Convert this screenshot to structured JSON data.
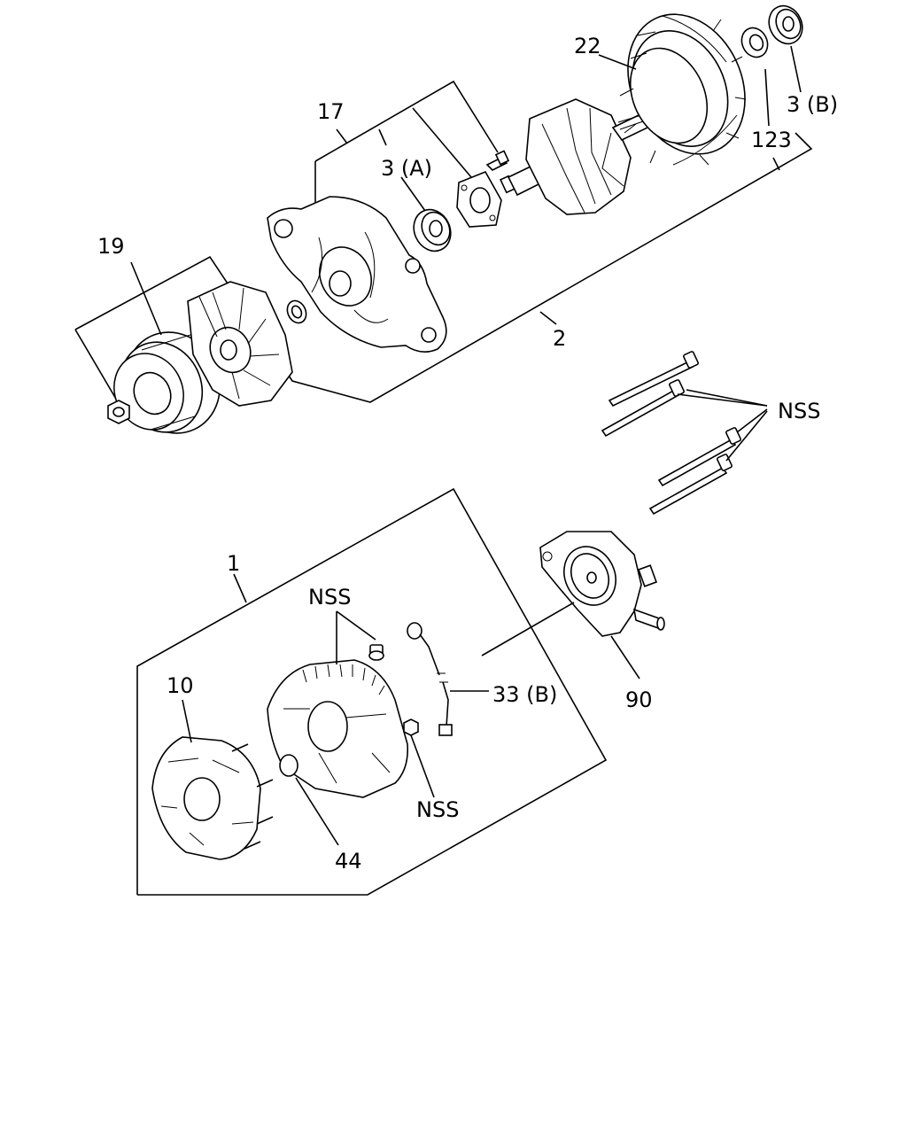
{
  "callouts": {
    "c17": "17",
    "c22": "22",
    "c3a": "3 (A)",
    "c3b": "3 (B)",
    "c123": "123",
    "c19": "19",
    "c2": "2",
    "nss_bolts": "NSS",
    "c1": "1",
    "nss_upper": "NSS",
    "nss_lower": "NSS",
    "c10": "10",
    "c33b": "33 (B)",
    "c90": "90",
    "c44": "44"
  }
}
